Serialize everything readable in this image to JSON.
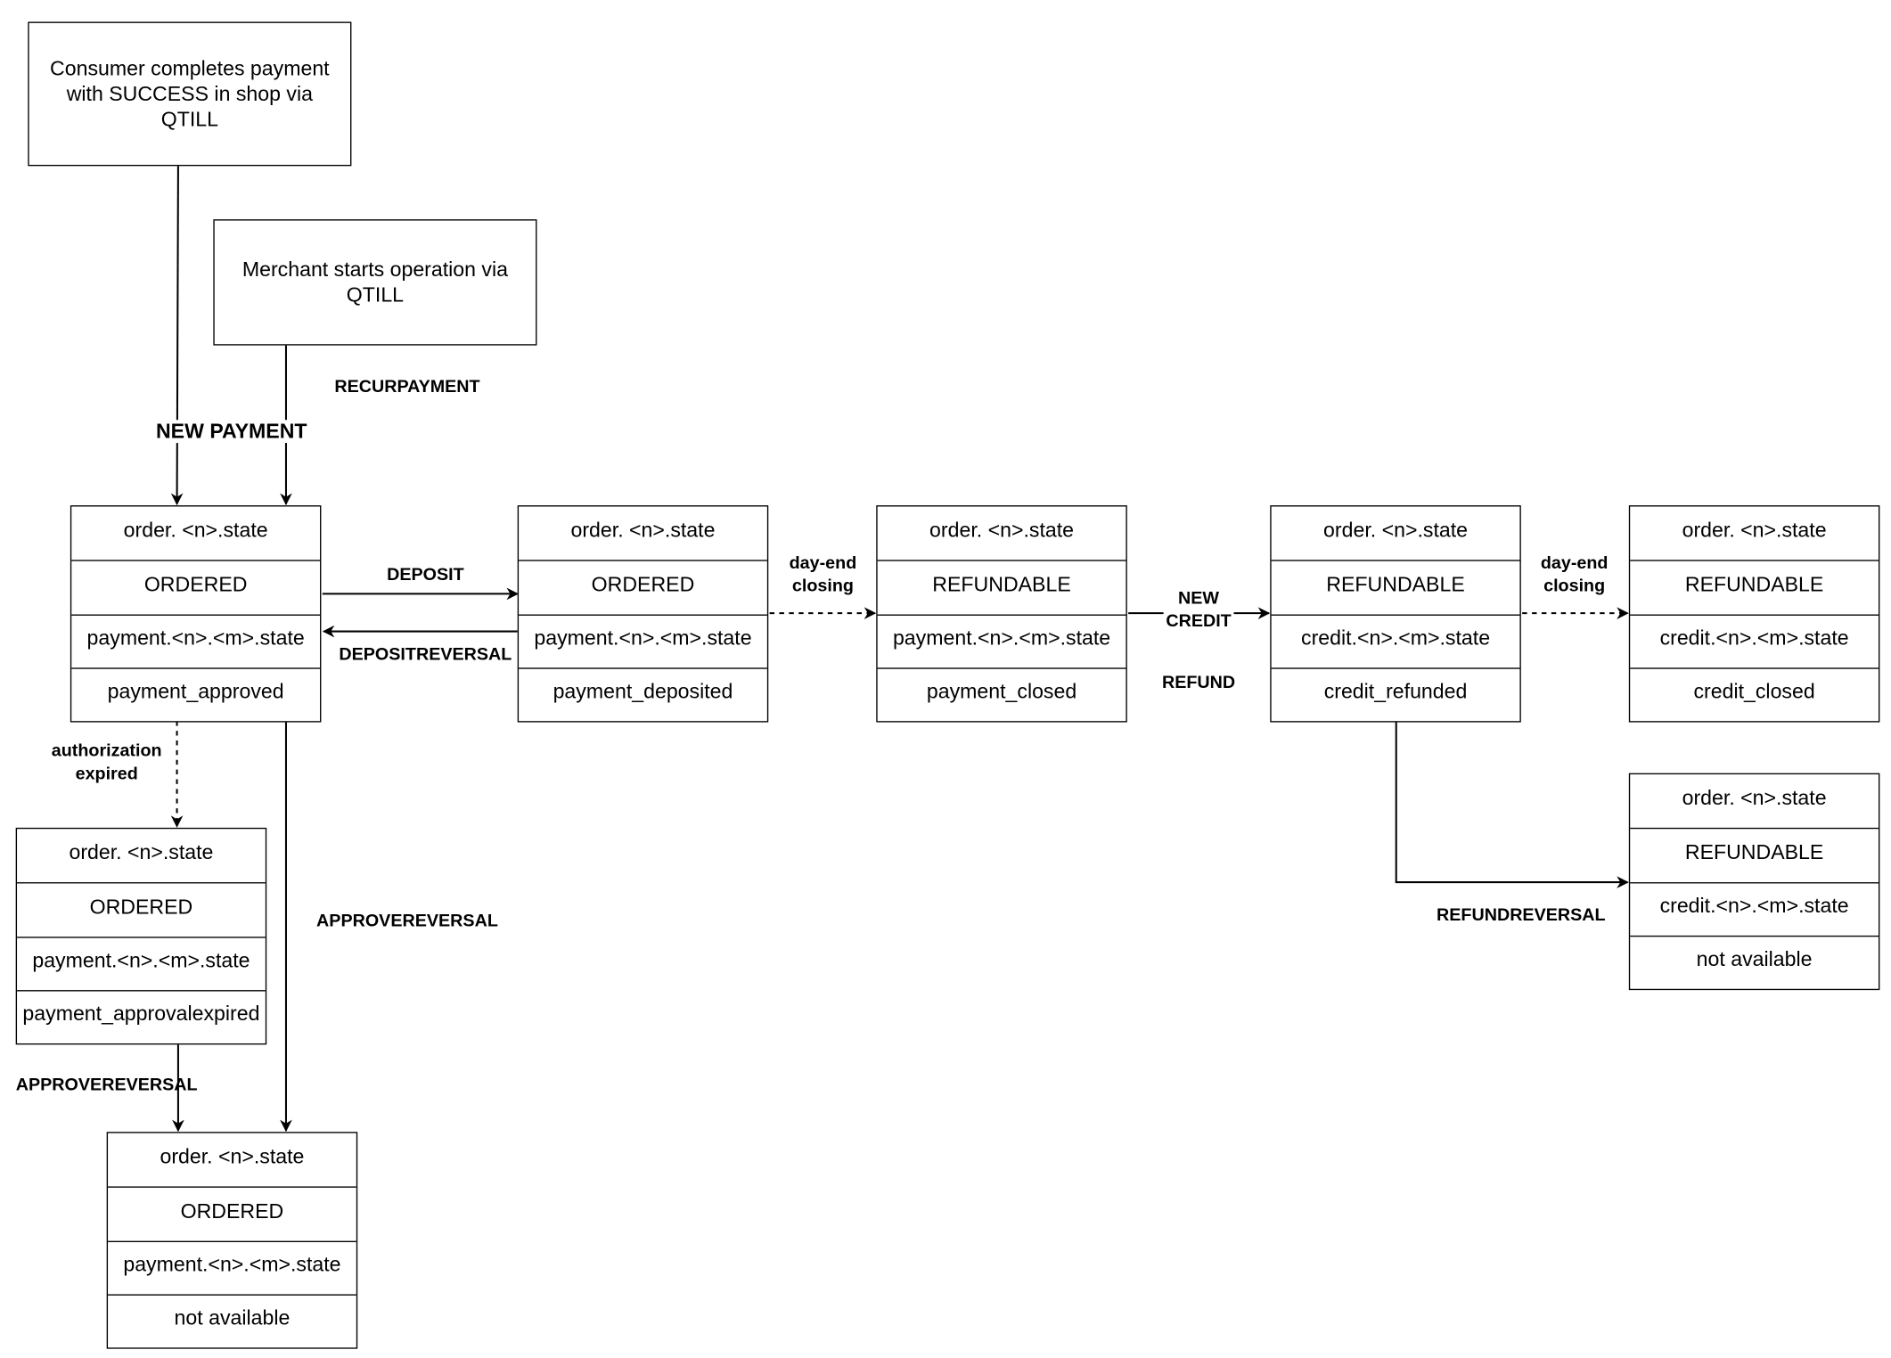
{
  "start_boxes": {
    "consumer": "Consumer completes payment with SUCCESS in shop via QTILL",
    "merchant": "Merchant starts operation via QTILL"
  },
  "transitions": {
    "new_payment": "NEW PAYMENT",
    "recurpayment": "RECURPAYMENT",
    "deposit": "DEPOSIT",
    "depositreversal": "DEPOSITREVERSAL",
    "day_end_closing_1": "day-end\nclosing",
    "new_credit": "NEW\nCREDIT",
    "refund": "REFUND",
    "day_end_closing_2": "day-end\nclosing",
    "authorization_expired": "authorization\nexpired",
    "approvereversal_main": "APPROVEREVERSAL",
    "approvereversal_expired": "APPROVEREVERSAL",
    "refundreversal": "REFUNDREVERSAL"
  },
  "states": {
    "approved": [
      "order. <n>.state",
      "ORDERED",
      "payment.<n>.<m>.state",
      "payment_approved"
    ],
    "deposited": [
      "order. <n>.state",
      "ORDERED",
      "payment.<n>.<m>.state",
      "payment_deposited"
    ],
    "closed": [
      "order. <n>.state",
      "REFUNDABLE",
      "payment.<n>.<m>.state",
      "payment_closed"
    ],
    "refunded": [
      "order. <n>.state",
      "REFUNDABLE",
      "credit.<n>.<m>.state",
      "credit_refunded"
    ],
    "credit_closed": [
      "order. <n>.state",
      "REFUNDABLE",
      "credit.<n>.<m>.state",
      "credit_closed"
    ],
    "credit_na": [
      "order. <n>.state",
      "REFUNDABLE",
      "credit.<n>.<m>.state",
      "not available"
    ],
    "approval_expired": [
      "order. <n>.state",
      "ORDERED",
      "payment.<n>.<m>.state",
      "payment_approvalexpired"
    ],
    "payment_na": [
      "order. <n>.state",
      "ORDERED",
      "payment.<n>.<m>.state",
      "not available"
    ]
  }
}
